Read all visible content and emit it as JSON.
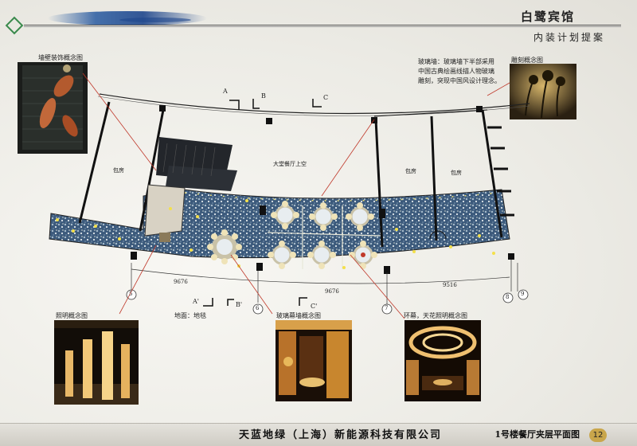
{
  "header": {
    "hotel_name": "白鹭宾馆",
    "subtitle": "内装计划提案"
  },
  "callouts": {
    "wall_decor": "墙壁装饰概念图",
    "glass_wall_title": "玻璃墙：玻璃墙下半部采用",
    "glass_wall_line2": "中国古典绘画线描人物玻璃",
    "glass_wall_line3": "雕刻，突现中国风设计理念。",
    "sculpture": "雕刻概念图",
    "lighting": "照明概念图",
    "floor": "地面：地毯",
    "glass_curtain": "玻璃幕墙概念图",
    "ring_ceiling": "环幕，天花照明概念图"
  },
  "plan": {
    "room_private_left": "包房",
    "room_private_mid": "包房",
    "room_private_right": "包房",
    "hall_above": "大堂餐厅上空",
    "section_a": "A",
    "section_b": "B",
    "section_c": "C",
    "section_a2": "A'",
    "section_b2": "B'",
    "section_c2": "C'",
    "dim_1": "9676",
    "dim_2": "9676",
    "dim_3": "9516",
    "axis_5": "5",
    "axis_6": "6",
    "axis_7": "7",
    "axis_8": "8",
    "axis_9": "9"
  },
  "footer": {
    "company": "天蓝地绿（上海）新能源科技有限公司",
    "drawing_title": "1号楼餐厅夹层平面图",
    "page_number": "12"
  },
  "colors": {
    "accent_green": "#3a8a4c",
    "brush_blue": "#2a5aa0",
    "page_badge": "#c9a64b",
    "callout_red": "#c0392b"
  }
}
